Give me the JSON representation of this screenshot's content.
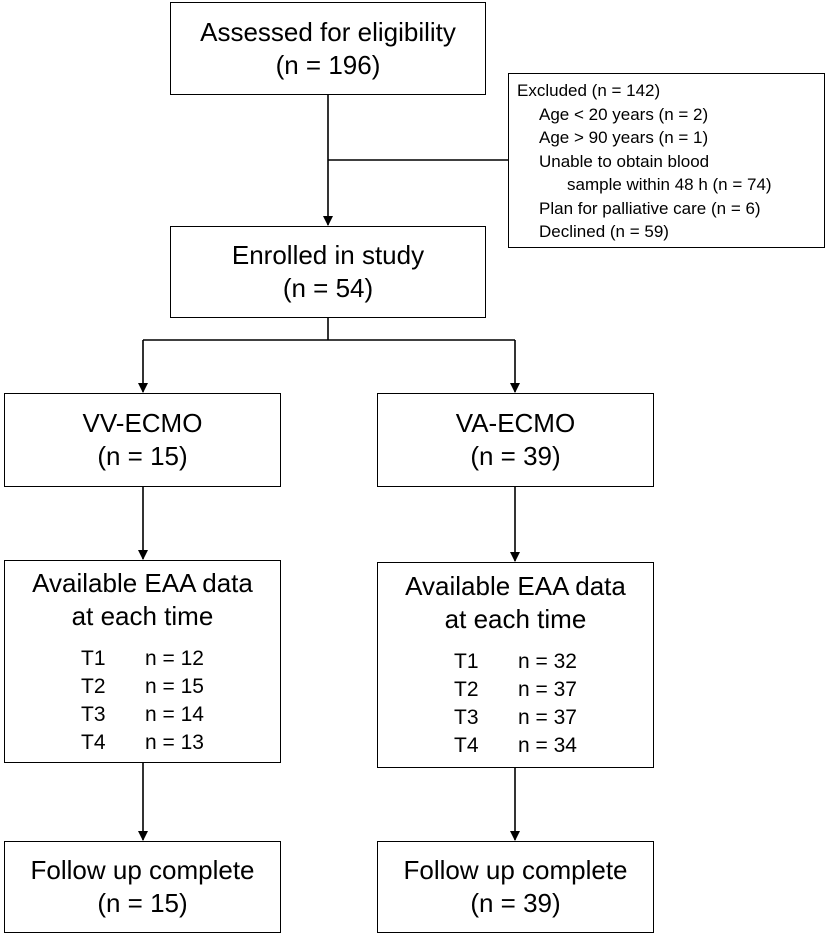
{
  "assessed": {
    "title": "Assessed for eligibility",
    "count": "(n = 196)"
  },
  "excluded": {
    "title": "Excluded (n = 142)",
    "reasons": [
      "Age < 20 years (n = 2)",
      "Age > 90 years (n = 1)",
      "Unable to obtain blood",
      "sample within 48 h (n = 74)",
      "Plan for palliative care (n = 6)",
      "Declined (n = 59)"
    ]
  },
  "enrolled": {
    "title": "Enrolled in study",
    "count": "(n = 54)"
  },
  "vv": {
    "group": {
      "title": "VV-ECMO",
      "count": "(n = 15)"
    },
    "eaa": {
      "title_line1": "Available EAA data",
      "title_line2": "at each time",
      "times": [
        {
          "label": "T1",
          "value": "n = 12"
        },
        {
          "label": "T2",
          "value": "n = 15"
        },
        {
          "label": "T3",
          "value": "n = 14"
        },
        {
          "label": "T4",
          "value": "n = 13"
        }
      ]
    },
    "followup": {
      "title": "Follow up complete",
      "count": "(n = 15)"
    }
  },
  "va": {
    "group": {
      "title": "VA-ECMO",
      "count": "(n = 39)"
    },
    "eaa": {
      "title_line1": "Available EAA data",
      "title_line2": "at each time",
      "times": [
        {
          "label": "T1",
          "value": "n = 32"
        },
        {
          "label": "T2",
          "value": "n = 37"
        },
        {
          "label": "T3",
          "value": "n = 37"
        },
        {
          "label": "T4",
          "value": "n = 34"
        }
      ]
    },
    "followup": {
      "title": "Follow up complete",
      "count": "(n = 39)"
    }
  }
}
